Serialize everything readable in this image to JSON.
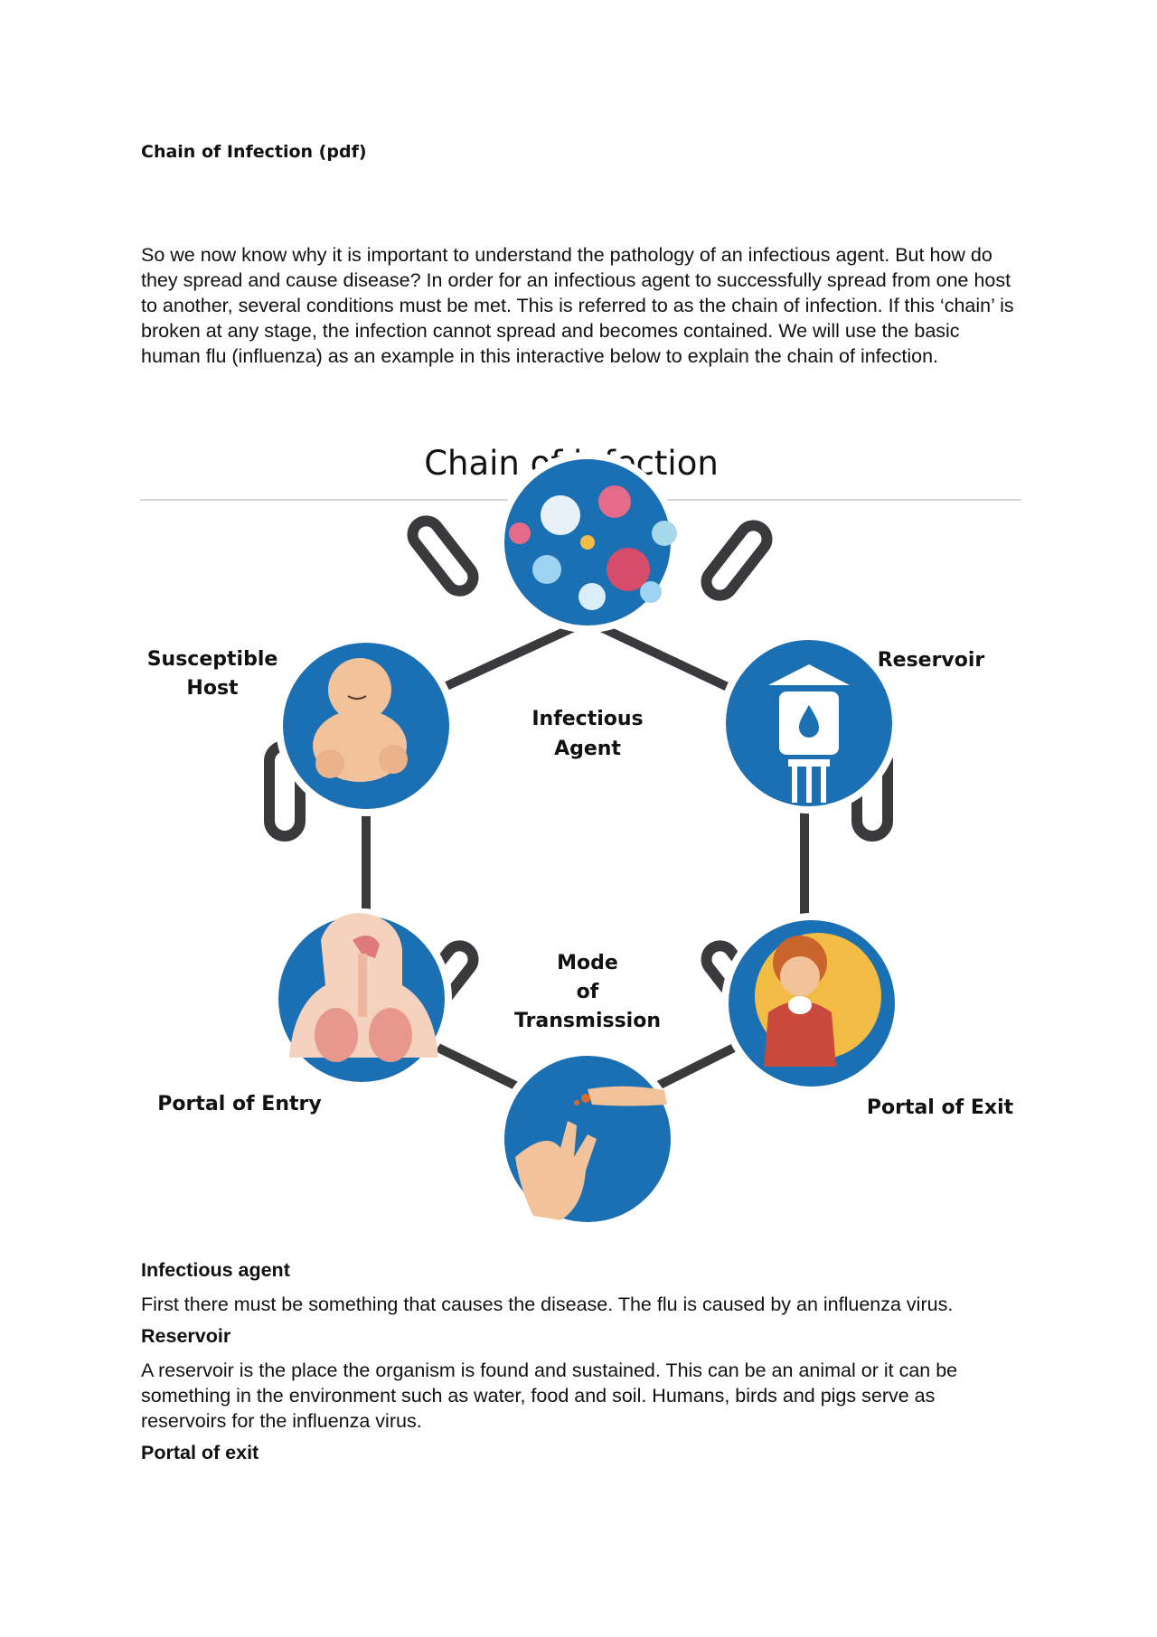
{
  "document": {
    "title": "Chain of Infection (pdf)",
    "intro": "So we now know why it is important to understand the pathology of an infectious agent. But how do they spread and cause disease? In order for an infectious agent to successfully spread from one host to another, several conditions must be met. This is referred to as the chain of infection. If this ‘chain’ is broken at any stage, the infection cannot spread and becomes contained. We will use  the basic human flu (influenza) as an example in this interactive below to explain the chain of infection."
  },
  "figure": {
    "title": "Chain of infection",
    "labels": {
      "infectious_agent_1": "Infectious",
      "infectious_agent_2": "Agent",
      "reservoir": "Reservoir",
      "portal_of_exit": "Portal of Exit",
      "mode_1": "Mode",
      "mode_2": "of",
      "mode_3": "Transmission",
      "portal_of_entry": "Portal of Entry",
      "susceptible_1": "Susceptible",
      "susceptible_2": "Host"
    },
    "colors": {
      "circle_blue": "#1b6fb3",
      "chain": "#3a3a3c",
      "skin": "#f2c29a",
      "sweater": "#c94a3c",
      "yellow": "#f3bd45"
    }
  },
  "sections": [
    {
      "heading": "Infectious agent",
      "body": "First there must be something that causes the disease. The flu is caused by an influenza virus."
    },
    {
      "heading": "Reservoir",
      "body": "A reservoir is the place the organism is found and sustained. This can be an animal or it can be something in the environment such as water, food and soil. Humans, birds and pigs serve as reservoirs for the influenza virus."
    },
    {
      "heading": "Portal of exit",
      "body": ""
    }
  ]
}
